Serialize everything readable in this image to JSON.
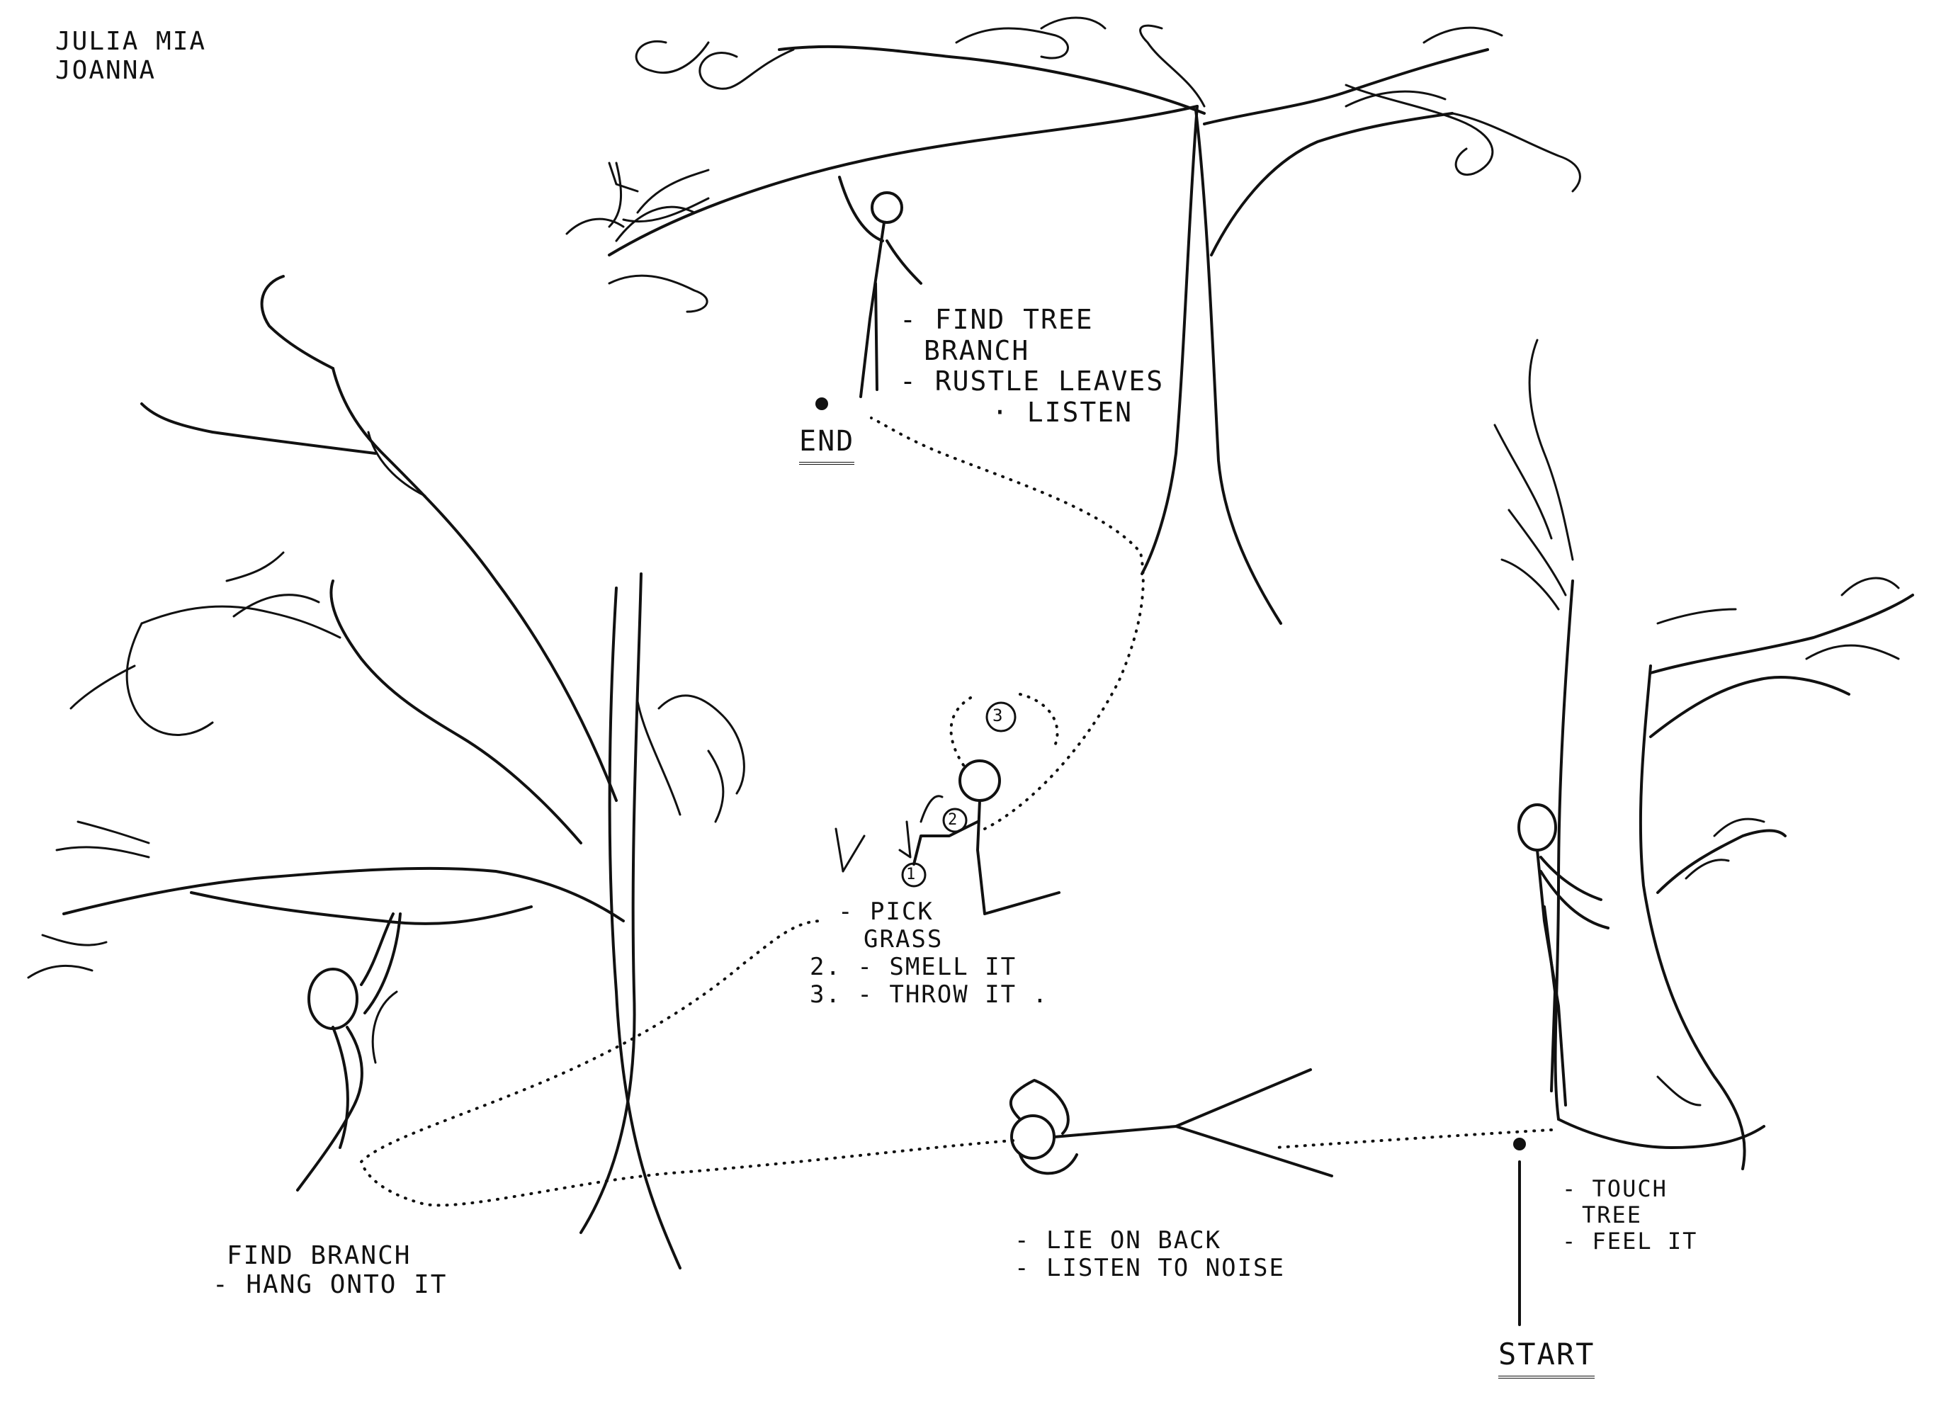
{
  "authors": [
    "JULIA MIA",
    "JOANNA"
  ],
  "stations": {
    "end": {
      "marker": "END",
      "notes": [
        "- FIND TREE",
        "BRANCH",
        "- RUSTLE LEAVES",
        "· LISTEN"
      ]
    },
    "grass": {
      "step_numbers": [
        "1",
        "2",
        "3"
      ],
      "notes": [
        "- PICK",
        "GRASS",
        "2. - SMELL IT",
        "3. - THROW IT ."
      ]
    },
    "branch": {
      "notes": [
        "FIND BRANCH",
        "- HANG ONTO IT"
      ]
    },
    "ground": {
      "notes": [
        "- LIE ON BACK",
        "- LISTEN to NOISE"
      ]
    },
    "start": {
      "marker": "START",
      "notes": [
        "- TOUCH",
        "TREE",
        "- FEEL IT"
      ]
    }
  },
  "colors": {
    "ink": "#111111",
    "paper": "#ffffff"
  }
}
